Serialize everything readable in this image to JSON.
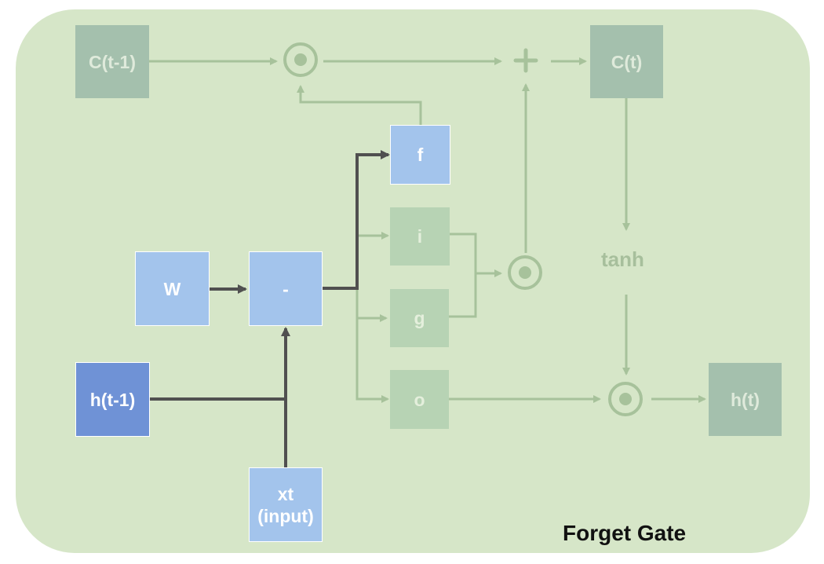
{
  "nodes": {
    "c_prev": "C(t-1)",
    "c_t": "C(t)",
    "f": "f",
    "i": "i",
    "g": "g",
    "o": "o",
    "w": "W",
    "minus": "-",
    "h_prev": "h(t-1)",
    "xt": "xt\n(input)",
    "h_t": "h(t)"
  },
  "labels": {
    "tanh": "tanh",
    "caption": "Forget Gate"
  },
  "colors": {
    "panel": "#d6e6c8",
    "active_node": "#a3c4ec",
    "highlight_node": "#6f92d6",
    "active_arrow": "#505050",
    "faded_arrow": "#a7c29b"
  }
}
